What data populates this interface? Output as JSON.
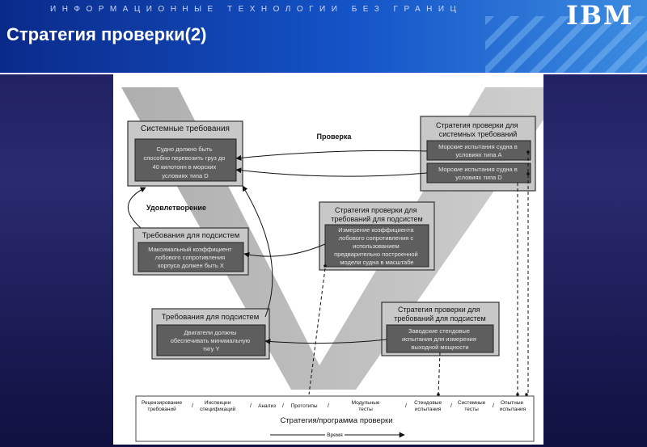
{
  "header": {
    "tagline": "ИНФОРМАЦИОННЫЕ ТЕХНОЛОГИИ БЕЗ ГРАНИЦ",
    "logo": "IBM",
    "title": "Стратегия проверки(2)"
  },
  "diagram": {
    "sys_req": {
      "title": "Системные требования",
      "body": [
        "Судно должно быть",
        "способно перевозить груз до",
        "40 килотонн в морских",
        "условиях типа D"
      ]
    },
    "sub_req_1": {
      "title": "Требования для подсистем",
      "body": [
        "Максимальный коэффициент",
        "лобового сопротивления",
        "корпуса должен быть X"
      ]
    },
    "sub_req_2": {
      "title": "Требования для подсистем",
      "body": [
        "Двигатели должны",
        "обеспечивать минимальную",
        "тягу Y"
      ]
    },
    "strat_sys": {
      "title": [
        "Стратегия проверки для",
        "системных требований"
      ],
      "item_a": [
        "Морские испытания судна в",
        "условиях типа А"
      ],
      "item_d": [
        "Морские испытания судна в",
        "условиях типа D"
      ]
    },
    "strat_sub_1": {
      "title": [
        "Стратегия проверки для",
        "требований для подсистем"
      ],
      "body": [
        "Измерение коэффициента",
        "лобового сопротивления с",
        "использованием",
        "предварительно построенной",
        "модели судна в масштабе"
      ]
    },
    "strat_sub_2": {
      "title": [
        "Стратегия проверки для",
        "требований для подсистем"
      ],
      "body": [
        "Заводские стендовые",
        "испытания для измерения",
        "выходной мощности"
      ]
    },
    "label_verification": "Проверка",
    "label_satisfaction": "Удовлетворение",
    "timeline": {
      "phases": [
        [
          "Рецензирование",
          "требований"
        ],
        [
          "Инспекции",
          "спецификаций"
        ],
        [
          "Анализ"
        ],
        [
          "Прототипы"
        ],
        [
          "Модульные",
          "тесты"
        ],
        [
          "Стендовые",
          "испытания"
        ],
        [
          "Системные",
          "тесты"
        ],
        [
          "Опытные",
          "испытания"
        ]
      ],
      "program_label": "Стратегия/программа проверки",
      "time_label": "Время"
    }
  }
}
